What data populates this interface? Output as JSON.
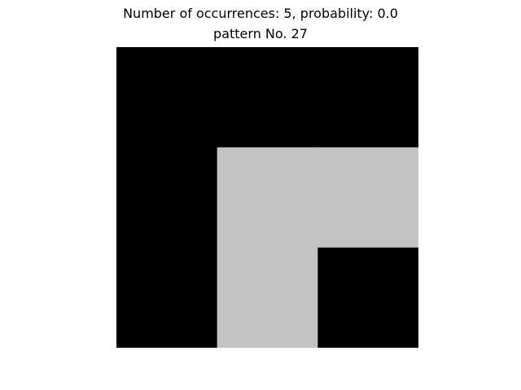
{
  "figure": {
    "title_line_1": "Number of occurrences: 5, probability: 0.0",
    "title_line_2": "pattern No. 27"
  },
  "pattern": {
    "rows": 3,
    "cols": 3,
    "cells": [
      [
        0,
        0,
        0
      ],
      [
        0,
        1,
        1
      ],
      [
        0,
        1,
        0
      ]
    ],
    "colors": {
      "0": "#000000",
      "1": "#c3c3c3"
    }
  }
}
